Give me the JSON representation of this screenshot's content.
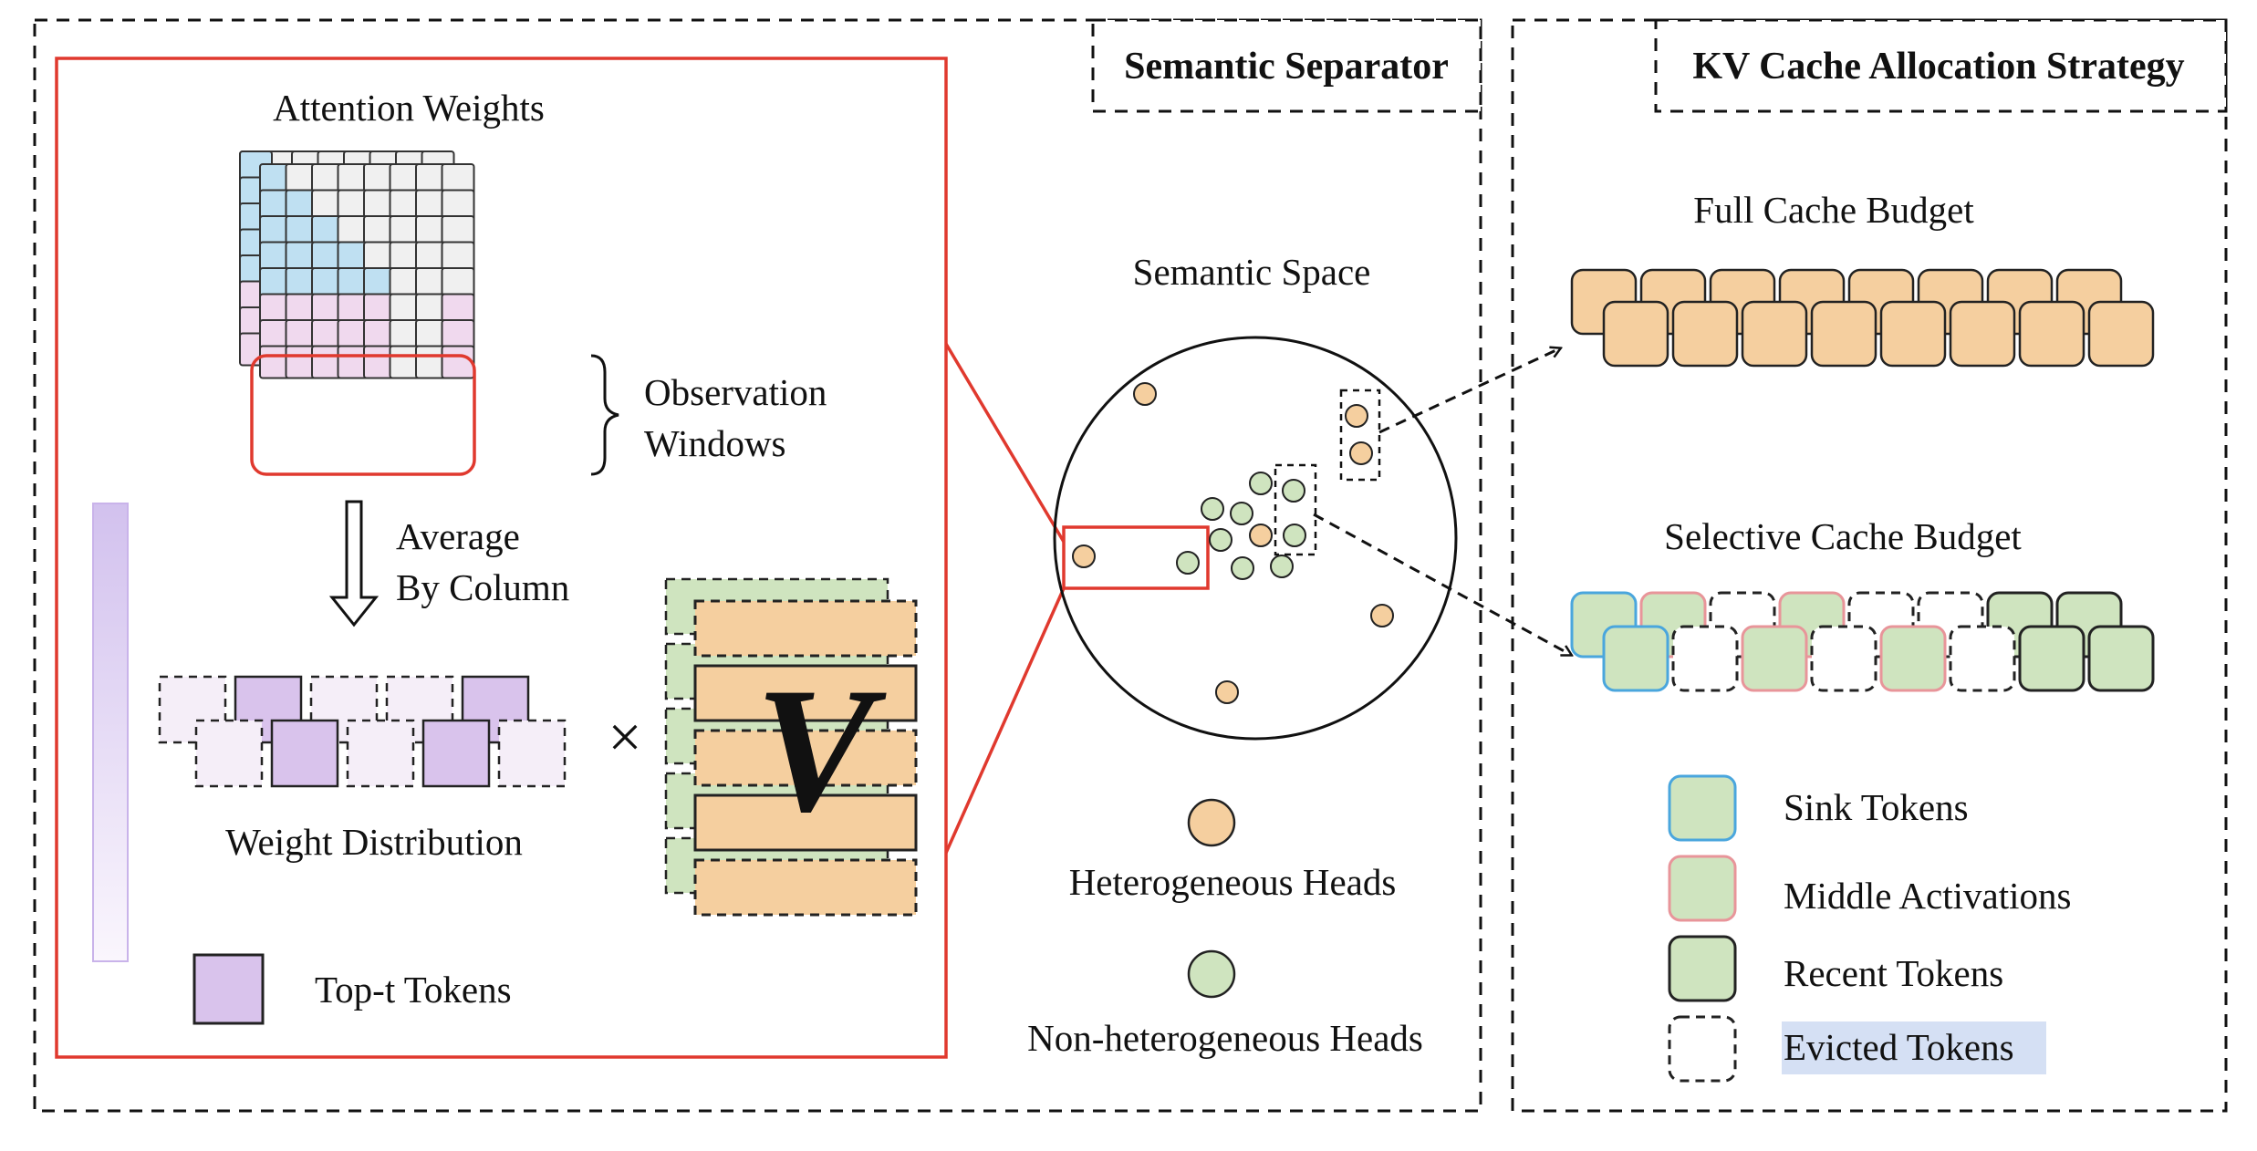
{
  "left_panel": {
    "title": "Semantic Separator",
    "attention_label": "Attention Weights",
    "observation_label": [
      "Observation",
      "Windows"
    ],
    "average_label": [
      "Average",
      "By Column"
    ],
    "distribution_label": "Weight Distribution",
    "times_symbol": "×",
    "value_symbol": "V",
    "top_t_legend": "Top-t Tokens"
  },
  "semantic_space": {
    "title": "Semantic Space",
    "legend": [
      {
        "label": "Heterogeneous Heads",
        "color": "#f5cf9f"
      },
      {
        "label": "Non-heterogeneous Heads",
        "color": "#cfe4bf"
      }
    ]
  },
  "right_panel": {
    "title": "KV Cache Allocation Strategy",
    "full_label": "Full Cache Budget",
    "selective_label": "Selective Cache Budget",
    "legend": [
      {
        "label": "Sink Tokens",
        "border": "#4aa6dd"
      },
      {
        "label": "Middle Activations",
        "border": "#e8959a"
      },
      {
        "label": "Recent Tokens",
        "border": "#222222"
      },
      {
        "label": "Evicted Tokens",
        "border": "#222222"
      }
    ],
    "evicted_highlight": "#d5e0f4"
  },
  "colors": {
    "red": "#e0392e",
    "blue_cell": "#bfe0f2",
    "pink_cell": "#f0d9ee",
    "gray_cell": "#f0f0f0",
    "purple": "#d9c3ec",
    "orange": "#f5cf9f",
    "green": "#cfe4bf"
  }
}
